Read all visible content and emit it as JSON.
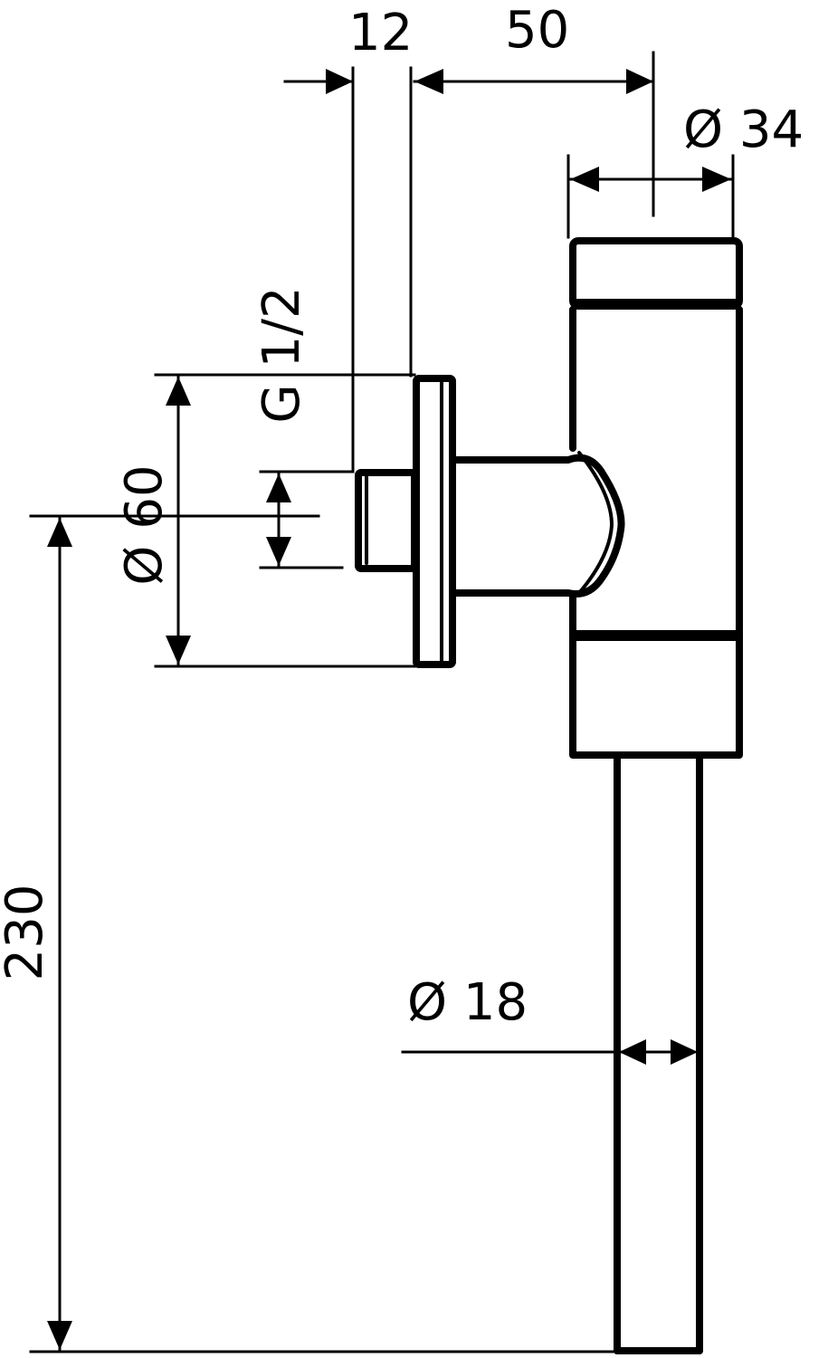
{
  "dimensions": {
    "depth_12": "12",
    "offset_50": "50",
    "diameter_34": "Ø 34",
    "thread": "G 1/2",
    "diameter_60": "Ø 60",
    "diameter_18": "Ø 18",
    "height_230": "230"
  },
  "colors": {
    "line": "#000000",
    "background": "#ffffff"
  }
}
